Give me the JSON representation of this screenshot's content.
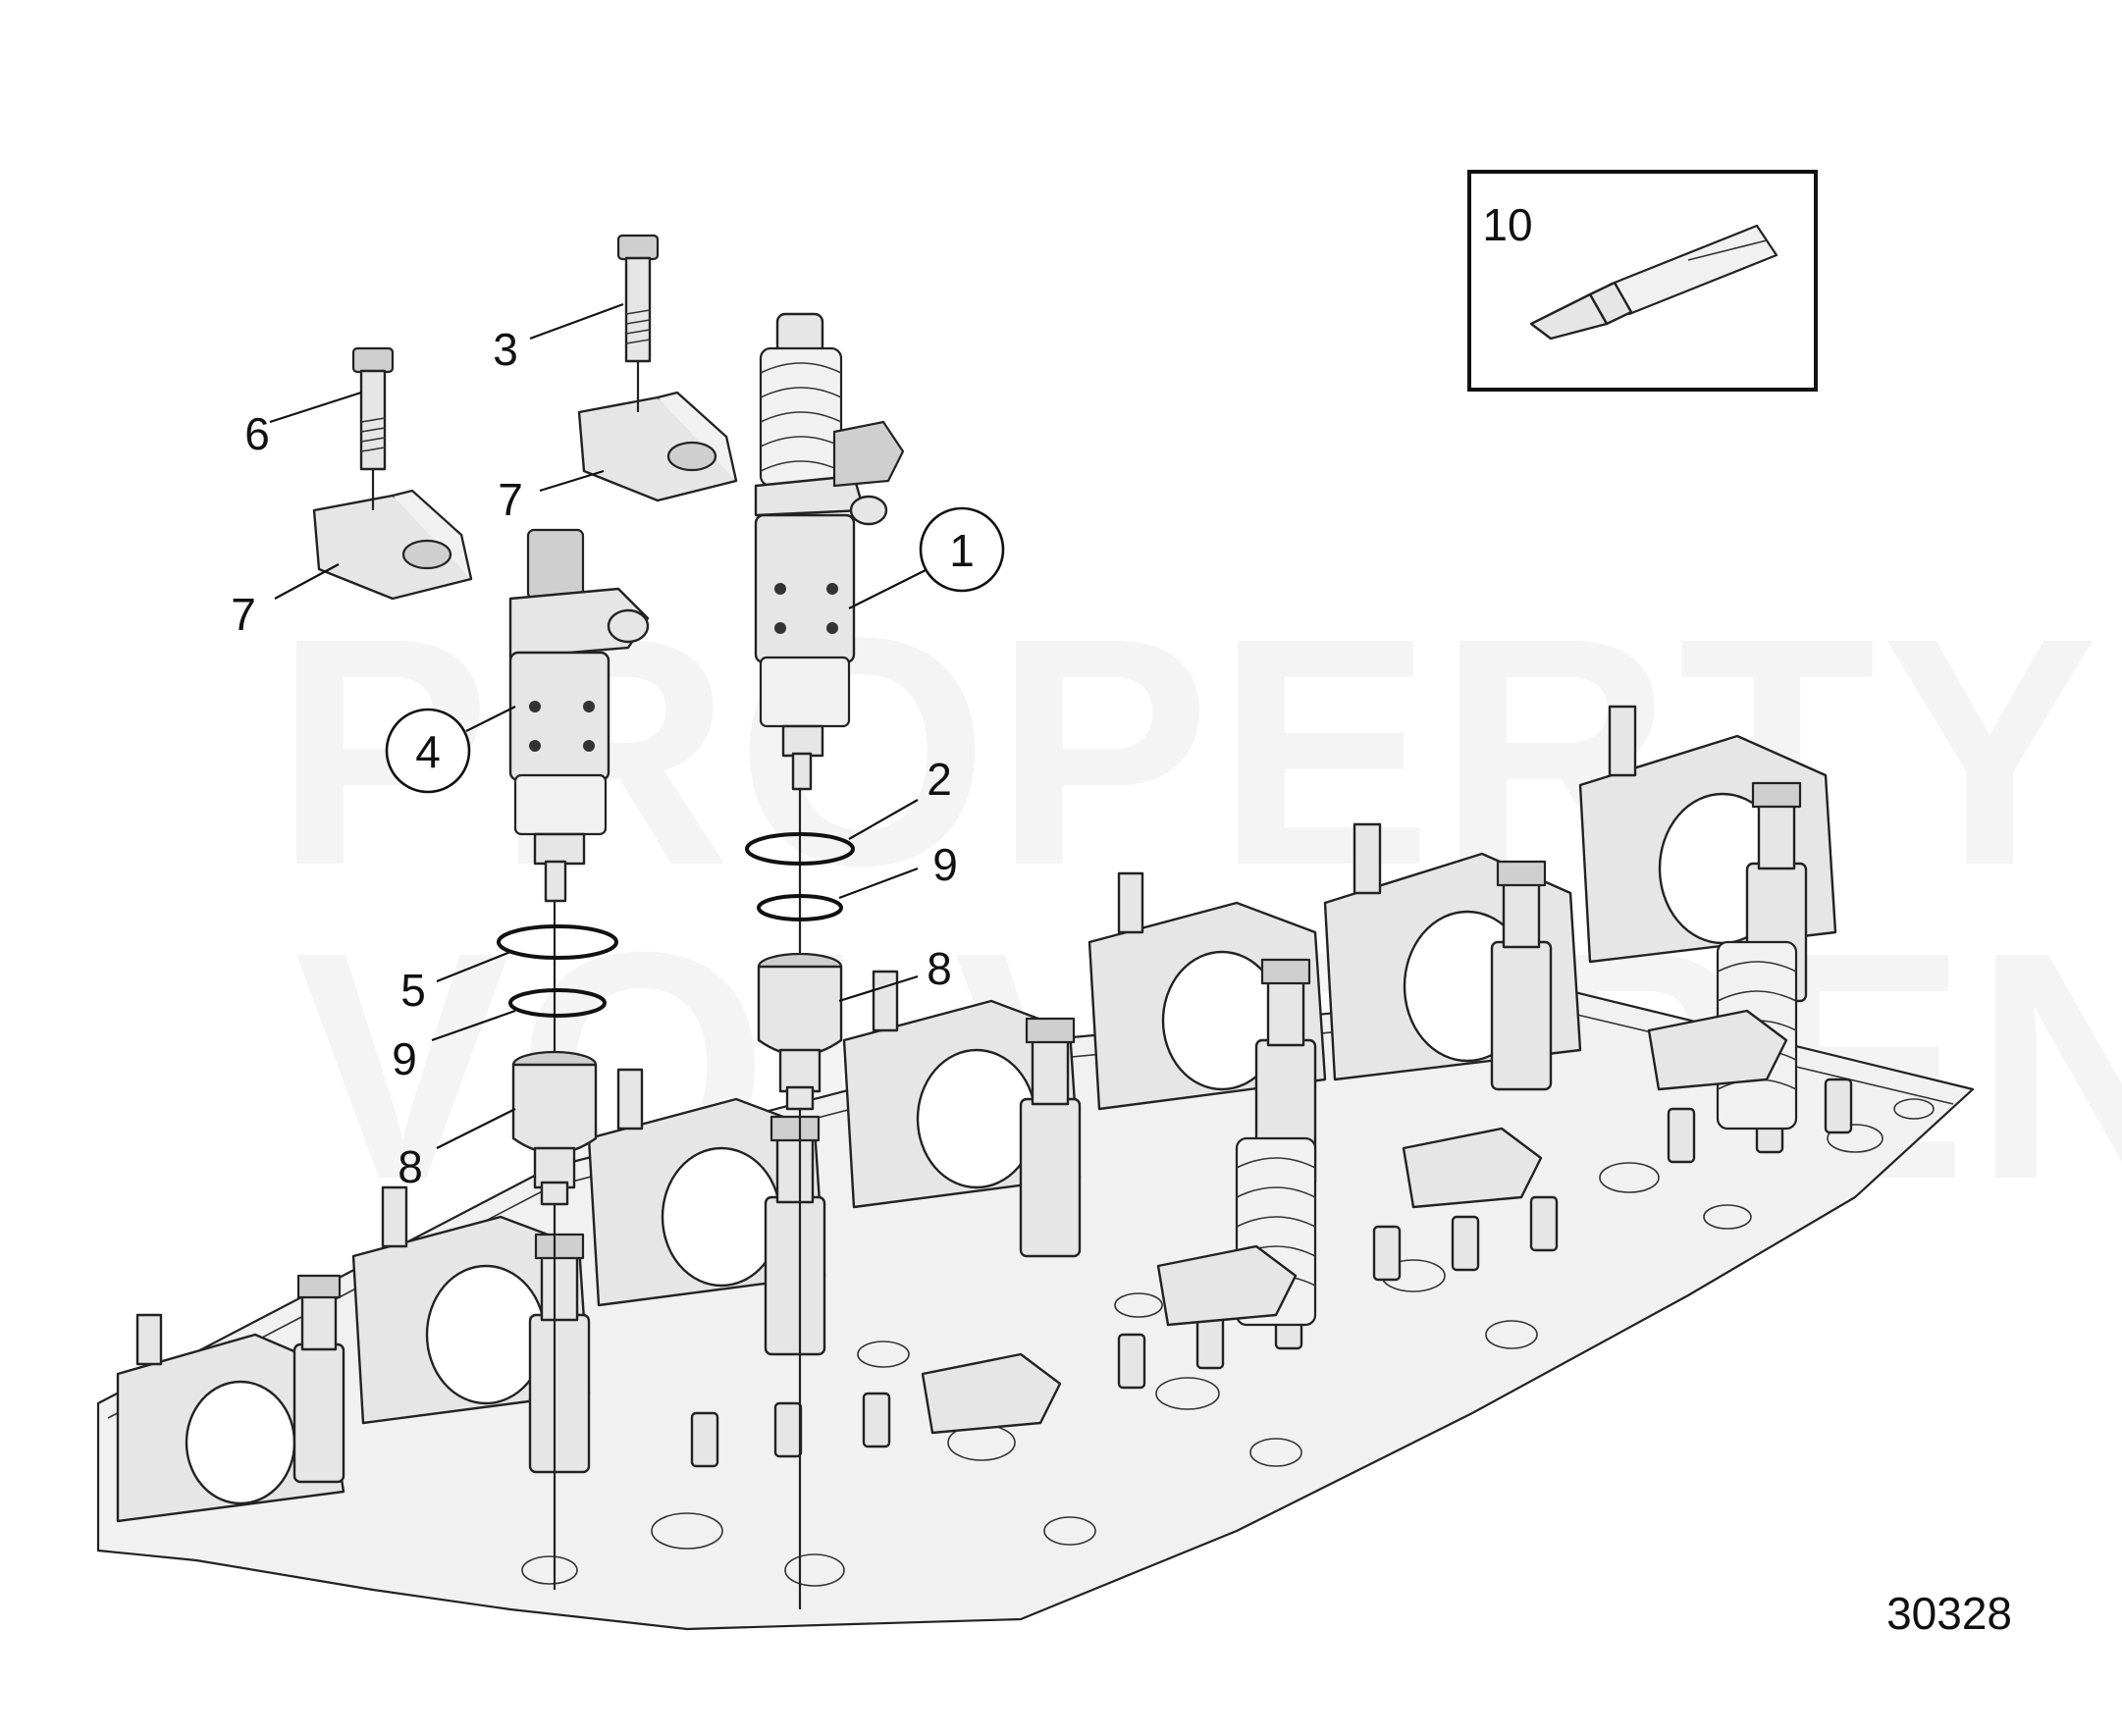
{
  "watermark": {
    "line1": "PROPERTY OF",
    "line2": "VOLVO PENTA"
  },
  "callouts": {
    "c1": "1",
    "c2": "2",
    "c3": "3",
    "c4": "4",
    "c5": "5",
    "c6": "6",
    "c7a": "7",
    "c7b": "7",
    "c8a": "8",
    "c8b": "8",
    "c9a": "9",
    "c9b": "9",
    "c10": "10"
  },
  "figure_number": "30328"
}
